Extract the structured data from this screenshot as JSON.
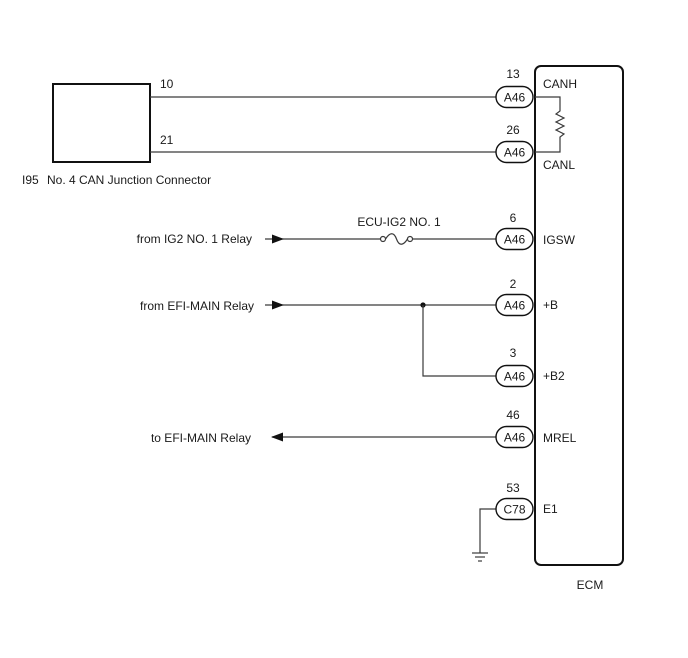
{
  "left_connector": {
    "code": "I95",
    "name": "No. 4 CAN Junction Connector",
    "pins": [
      "10",
      "21"
    ]
  },
  "ecm": {
    "label": "ECM"
  },
  "fuse": {
    "label": "ECU-IG2 NO. 1"
  },
  "sources": {
    "ig2_relay": "from IG2 NO. 1 Relay",
    "efi_main_from": "from EFI-MAIN Relay",
    "efi_main_to": "to EFI-MAIN Relay"
  },
  "terminals": [
    {
      "pin": "13",
      "connector": "A46",
      "signal": "CANH"
    },
    {
      "pin": "26",
      "connector": "A46",
      "signal": "CANL"
    },
    {
      "pin": "6",
      "connector": "A46",
      "signal": "IGSW"
    },
    {
      "pin": "2",
      "connector": "A46",
      "signal": "+B"
    },
    {
      "pin": "3",
      "connector": "A46",
      "signal": "+B2"
    },
    {
      "pin": "46",
      "connector": "A46",
      "signal": "MREL"
    },
    {
      "pin": "53",
      "connector": "C78",
      "signal": "E1"
    }
  ],
  "colors": {
    "wire": "#3a3a3a",
    "outline": "#111111"
  }
}
